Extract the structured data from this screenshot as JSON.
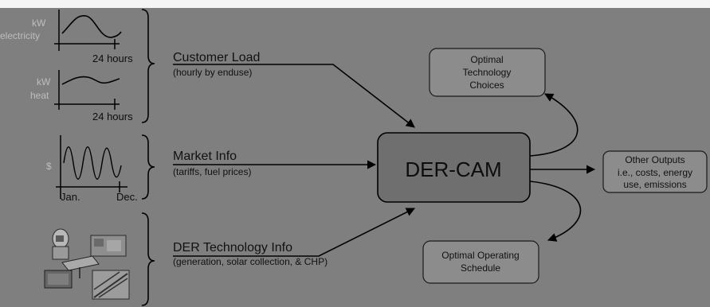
{
  "load_graph": {
    "electric_unit": "kW",
    "electric_label": "electricity",
    "electric_axis": "24 hours",
    "heat_unit": "kW",
    "heat_label": "heat",
    "heat_axis": "24 hours"
  },
  "market_graph": {
    "y_label": "$",
    "x_start": "Jan.",
    "x_end": "Dec."
  },
  "inputs": [
    {
      "title": "Customer Load",
      "subtitle": "(hourly by enduse)"
    },
    {
      "title": "Market Info",
      "subtitle": "(tariffs, fuel prices)"
    },
    {
      "title": "DER Technology Info",
      "subtitle": "(generation, solar collection, & CHP)"
    }
  ],
  "core": {
    "label": "DER-CAM"
  },
  "outputs": {
    "tech_choices": [
      "Optimal",
      "Technology",
      "Choices"
    ],
    "other": [
      "Other Outputs",
      "i.e., costs, energy",
      "use, emissions"
    ],
    "schedule": [
      "Optimal Operating",
      "Schedule"
    ]
  },
  "colors": {
    "background": "#7f7f7f",
    "core_fill": "#6f6f6f",
    "output_fill": "#8c8c8c",
    "line": "#000000"
  }
}
